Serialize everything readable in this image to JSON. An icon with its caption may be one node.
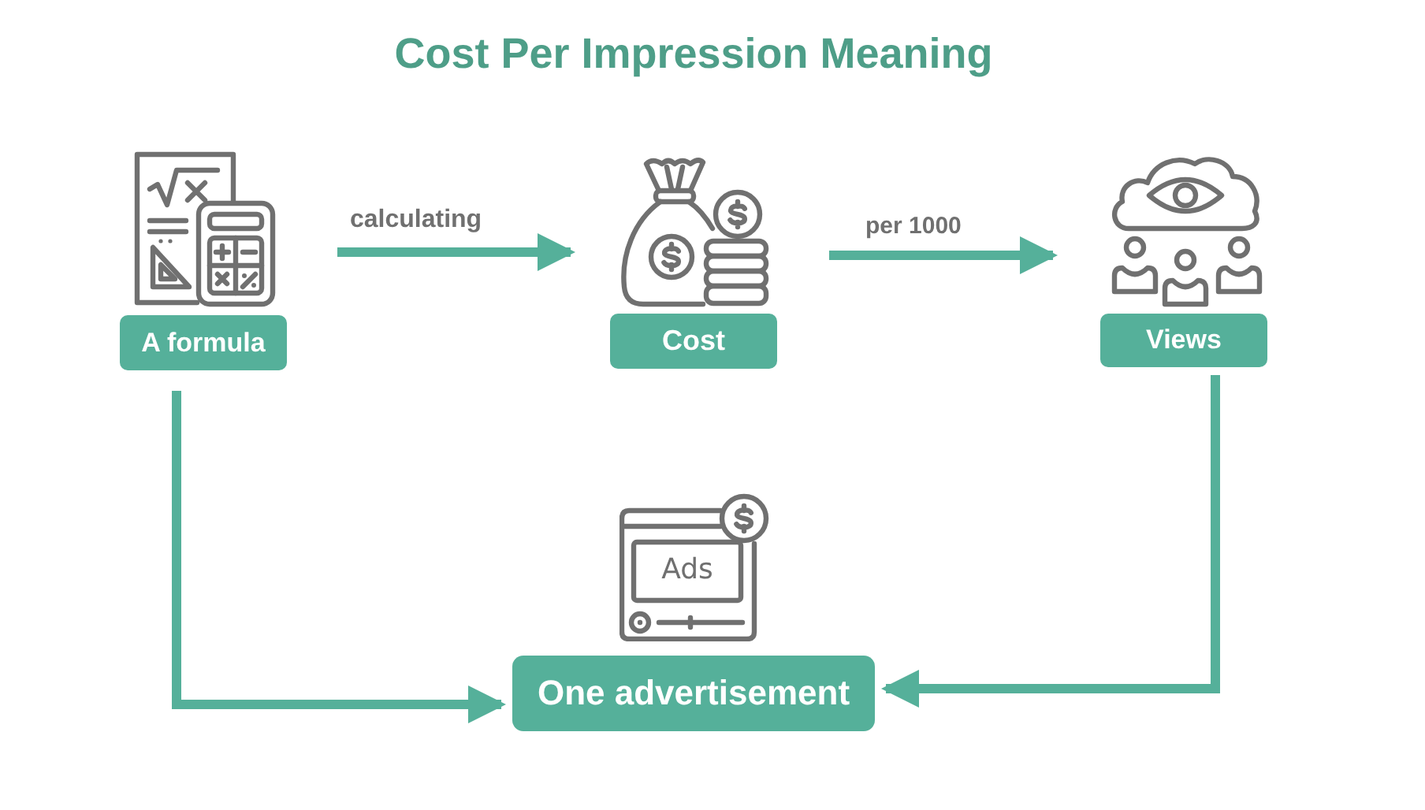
{
  "diagram": {
    "title": "Cost Per Impression Meaning",
    "nodes": [
      {
        "text": [],
        "shape": "picture"
      },
      {
        "text": [
          "A formula"
        ]
      },
      {
        "text": [],
        "shape": "picture"
      },
      {
        "text": [
          "Cost"
        ]
      },
      {
        "text": [],
        "shape": "picture"
      },
      {
        "text": [
          "Views"
        ]
      },
      {
        "text": [
          "One advertisement"
        ]
      }
    ],
    "edges": [
      {
        "from": 0,
        "to": 2,
        "arrow": "to",
        "label": "calculating"
      },
      {
        "from": 2,
        "to": 4,
        "arrow": "to",
        "label": "per 1000"
      },
      {
        "from": 1,
        "to": 6,
        "arrow": "to"
      },
      {
        "from": 5,
        "to": 6,
        "arrow": "to"
      }
    ],
    "labels": [
      "Ads"
    ]
  }
}
